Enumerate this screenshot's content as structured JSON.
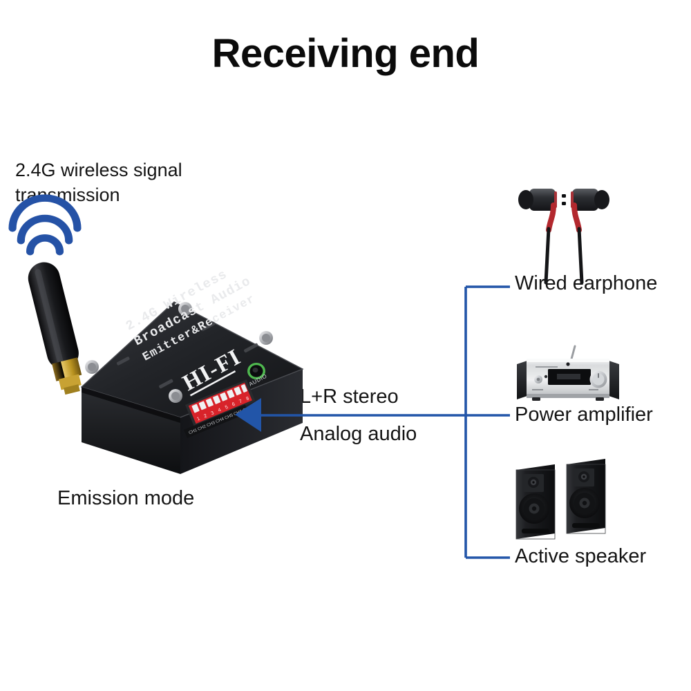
{
  "page": {
    "title": "Receiving end",
    "background_color": "#ffffff",
    "accent_blue": "#2255a8",
    "wifi_blue": "#2552a6"
  },
  "left": {
    "signal_caption_line1": "2.4G wireless signal",
    "signal_caption_line2": "transmission",
    "emission_caption": "Emission mode",
    "wifi_icon": "wifi-signal-icon",
    "antenna_icon": "antenna-icon"
  },
  "device": {
    "top_text_line1": "2.4G Wireless",
    "top_text_line2": "Broadcast Audio",
    "top_text_line3": "Emitter&Receiver",
    "logo_text": "HI-FI",
    "jack_label": "AUDIO",
    "dip_switch_name": "dip-switch",
    "body_color": "#1b1c1f",
    "dip_color": "#d8232a",
    "jack_ring_color": "#4fb84f"
  },
  "connection": {
    "lr_stereo_label": "L+R stereo",
    "analog_audio_label": "Analog audio",
    "arrow_direction": "left",
    "line_color": "#2255a8"
  },
  "devices": [
    {
      "key": "earphone",
      "label": "Wired earphone",
      "icon": "wired-earphone-icon",
      "accent_color": "#c0282d"
    },
    {
      "key": "amplifier",
      "label": "Power amplifier",
      "icon": "power-amplifier-icon",
      "accent_color": "#c9ccd0"
    },
    {
      "key": "speaker",
      "label": "Active speaker",
      "icon": "active-speaker-icon",
      "accent_color": "#1e1f22"
    }
  ]
}
